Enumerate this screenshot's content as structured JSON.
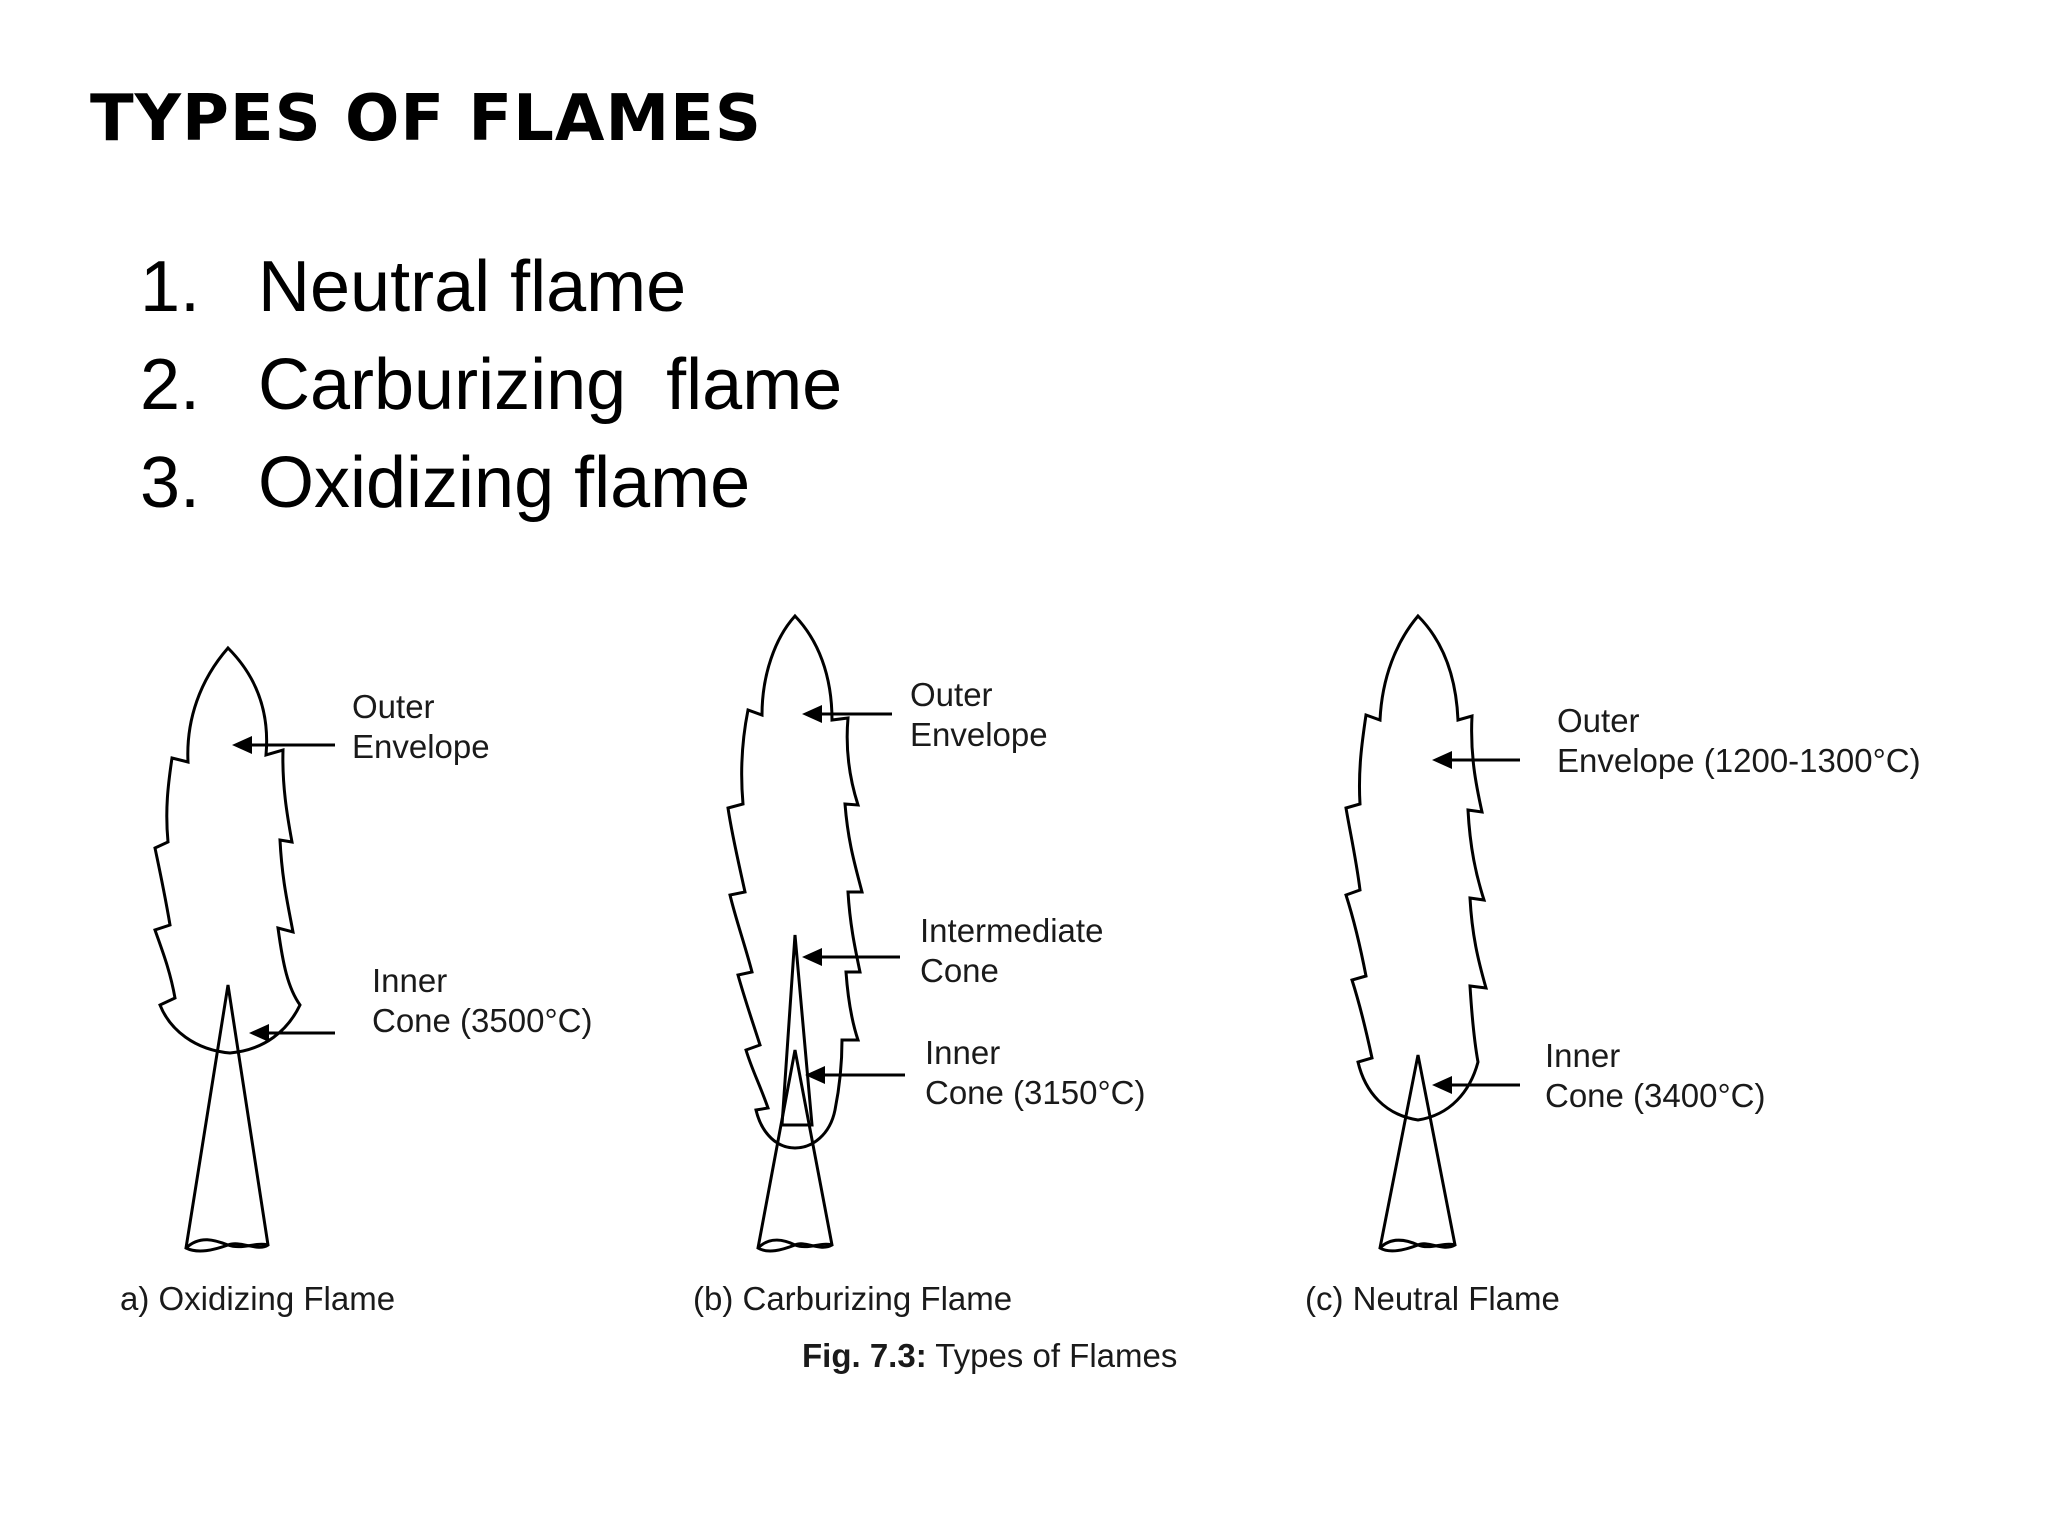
{
  "title": "TYPES OF FLAMES",
  "list": [
    {
      "num": "1.",
      "text": "Neutral flame"
    },
    {
      "num": "2.",
      "text": "Carburizing  flame"
    },
    {
      "num": "3.",
      "text": "Oxidizing flame"
    }
  ],
  "figure": {
    "flames": [
      {
        "caption": "a) Oxidizing Flame",
        "labels": [
          {
            "line1": "Outer",
            "line2": "Envelope"
          },
          {
            "line1": "Inner",
            "line2": "Cone (3500°C)"
          }
        ]
      },
      {
        "caption": "(b) Carburizing Flame",
        "labels": [
          {
            "line1": "Outer",
            "line2": "Envelope"
          },
          {
            "line1": "Intermediate",
            "line2": "Cone"
          },
          {
            "line1": "Inner",
            "line2": "Cone (3150°C)"
          }
        ]
      },
      {
        "caption": "(c) Neutral Flame",
        "labels": [
          {
            "line1": "Outer",
            "line2": "Envelope (1200-1300°C)"
          },
          {
            "line1": "Inner",
            "line2": "Cone (3400°C)"
          }
        ]
      }
    ],
    "figure_caption_bold": "Fig. 7.3:",
    "figure_caption_text": " Types of Flames"
  }
}
